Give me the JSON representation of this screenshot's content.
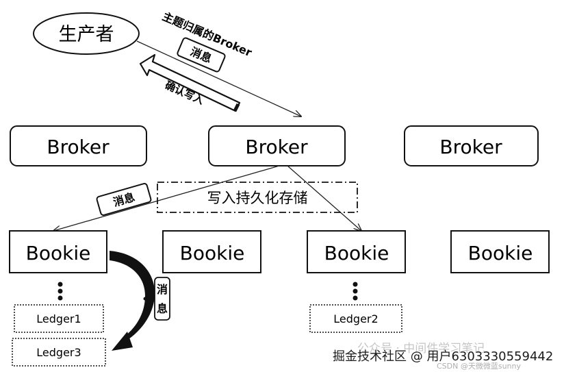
{
  "producer": {
    "label": "生产者"
  },
  "top_annotation": {
    "topic_owner": "主题归属的Broker",
    "message_tag": "消息",
    "ack": "确认写入"
  },
  "brokers": [
    {
      "label": "Broker"
    },
    {
      "label": "Broker"
    },
    {
      "label": "Broker"
    }
  ],
  "persist": {
    "label": "写入持久化存储",
    "message_tag": "消息"
  },
  "bookies": [
    {
      "label": "Bookie"
    },
    {
      "label": "Bookie"
    },
    {
      "label": "Bookie"
    },
    {
      "label": "Bookie"
    }
  ],
  "ledgers": [
    {
      "label": "Ledger1"
    },
    {
      "label": "Ledger3"
    },
    {
      "label": "Ledger2"
    }
  ],
  "curve_tag": {
    "chars": [
      "消",
      "息"
    ]
  },
  "watermark": {
    "line1": "公众号 · 中间件学习笔记",
    "line2": "掘金技术社区 @ 用户6303330559442",
    "line3": "CSDN @天微微蓝sunny"
  }
}
